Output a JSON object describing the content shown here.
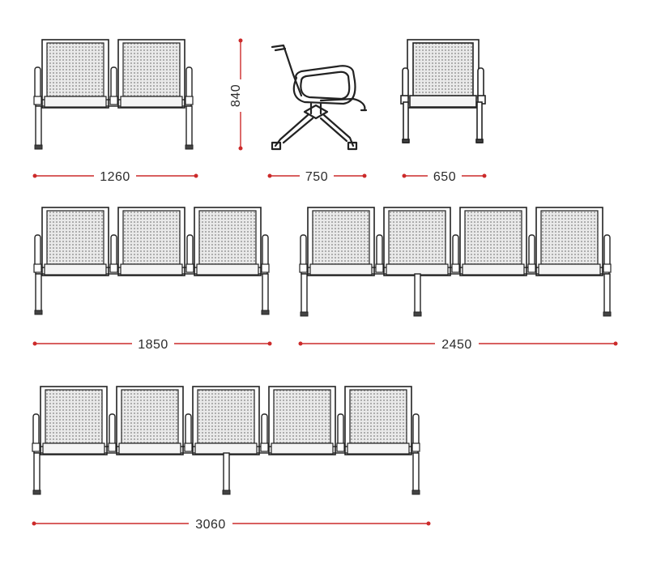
{
  "colors": {
    "line": "#222222",
    "seat_fill": "#d4d4d4",
    "dimension": "#cc2a2a",
    "text": "#2b2b2b"
  },
  "dimensions": {
    "height_2seat": "840",
    "width_2seat": "1260",
    "depth_side": "750",
    "width_single": "650",
    "width_3seat": "1850",
    "width_4seat": "2450",
    "width_5seat": "3060"
  },
  "benches": [
    {
      "name": "2-seat",
      "seats": 2
    },
    {
      "name": "3-seat",
      "seats": 3
    },
    {
      "name": "4-seat",
      "seats": 4
    },
    {
      "name": "5-seat",
      "seats": 5
    }
  ]
}
